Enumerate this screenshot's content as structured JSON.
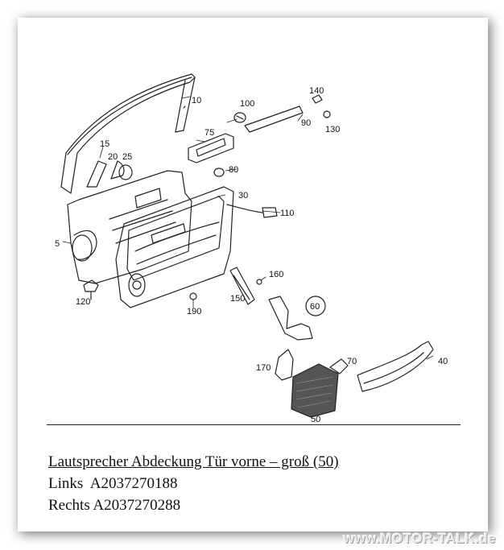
{
  "diagram": {
    "callouts": {
      "c5": "5",
      "c10": "10",
      "c15": "15",
      "c20": "20",
      "c25": "25",
      "c30": "30",
      "c40": "40",
      "c50": "50",
      "c60": "60",
      "c70": "70",
      "c75": "75",
      "c80": "80",
      "c90": "90",
      "c100": "100",
      "c110": "110",
      "c120": "120",
      "c130": "130",
      "c140": "140",
      "c150": "150",
      "c160": "160",
      "c170": "170",
      "c190": "190"
    }
  },
  "caption": {
    "title": "Lautsprecher Abdeckung Tür vorne – groß (50)",
    "left_label": "Links",
    "left_part": "A2037270188",
    "right_label": "Rechts",
    "right_part": "A2037270288"
  },
  "watermark": "www.MOTOR-TALK.de"
}
